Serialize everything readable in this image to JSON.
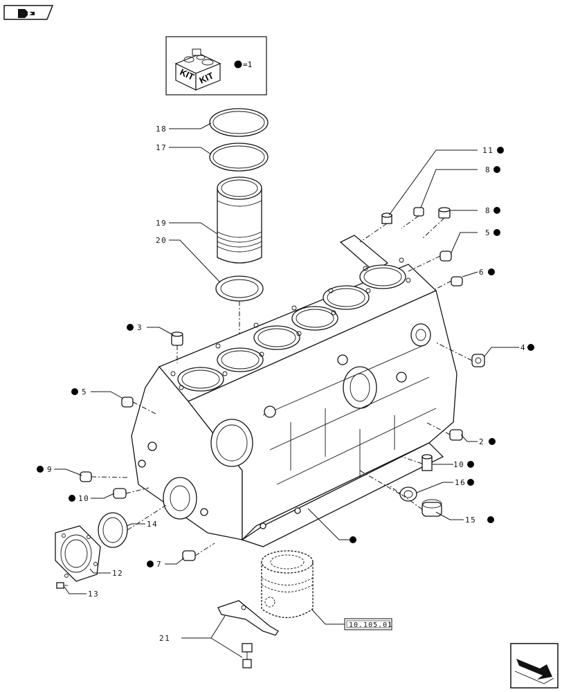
{
  "kit_legend": {
    "kit_label_1": "KIT",
    "kit_label_2": "KIT",
    "equals_text": "=1"
  },
  "reference_box": "10.105.01",
  "callouts": [
    {
      "id": "18"
    },
    {
      "id": "17"
    },
    {
      "id": "19"
    },
    {
      "id": "20"
    },
    {
      "id": "11",
      "kit": true
    },
    {
      "id": "8",
      "kit": true
    },
    {
      "id": "8",
      "kit": true
    },
    {
      "id": "5",
      "kit": true
    },
    {
      "id": "6",
      "kit": true
    },
    {
      "id": "3",
      "kit": true
    },
    {
      "id": "4",
      "kit": true
    },
    {
      "id": "5",
      "kit": true
    },
    {
      "id": "2",
      "kit": true
    },
    {
      "id": "10",
      "kit": true
    },
    {
      "id": "9",
      "kit": true
    },
    {
      "id": "10",
      "kit": true
    },
    {
      "id": "16",
      "kit": true
    },
    {
      "id": "14"
    },
    {
      "id": "15",
      "kit": true
    },
    {
      "id": "7",
      "kit": true
    },
    {
      "id": "12"
    },
    {
      "id": "13"
    },
    {
      "id": "21"
    }
  ],
  "icons": {
    "top_left": "book-arrow-icon",
    "bottom_right": "next-page-arrow-icon"
  }
}
